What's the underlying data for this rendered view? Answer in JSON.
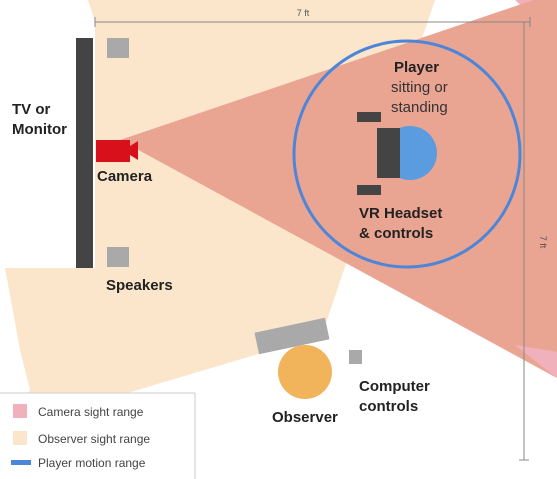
{
  "colors": {
    "camera_range": "#eaa592",
    "observer_range": "#fbe6cc",
    "camera_legend": "#f0b1bd",
    "player_motion": "#4d86d9",
    "player_head": "#5b9be0",
    "observer": "#f2b45a",
    "camera": "#d8101c",
    "device": "#a9a9a9",
    "dark": "#444444"
  },
  "dimensions": {
    "width_label": "7 ft",
    "height_label": "7 ft"
  },
  "labels": {
    "tv_line1": "TV or",
    "tv_line2": "Monitor",
    "camera": "Camera",
    "speakers": "Speakers",
    "player_title": "Player",
    "player_sub1": "sitting or",
    "player_sub2": "standing",
    "vr_line1": "VR Headset",
    "vr_line2": "& controls",
    "observer": "Observer",
    "computer_line1": "Computer",
    "computer_line2": "controls"
  },
  "legend": {
    "items": [
      {
        "label": "Camera sight range",
        "color": "#f0b1bd",
        "shape": "square"
      },
      {
        "label": "Observer sight range",
        "color": "#fbe6cc",
        "shape": "square"
      },
      {
        "label": "Player motion range",
        "color": "#4d86d9",
        "shape": "line"
      }
    ]
  }
}
